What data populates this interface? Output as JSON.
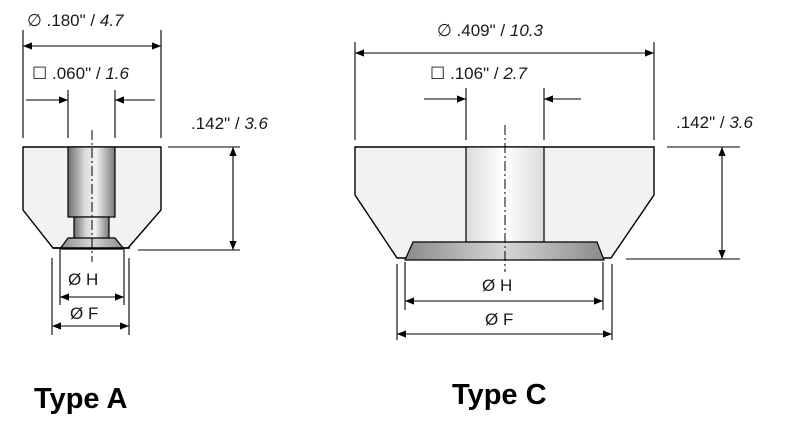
{
  "type_a": {
    "title": "Type A",
    "overall_diameter": {
      "inch": ".180\"",
      "mm": "4.7"
    },
    "square_size": {
      "inch": ".060\"",
      "mm": "1.6"
    },
    "height": {
      "inch": ".142\"",
      "mm": "3.6"
    },
    "label_h": "Ø H",
    "label_f": "Ø F"
  },
  "type_c": {
    "title": "Type C",
    "overall_diameter": {
      "inch": ".409\"",
      "mm": "10.3"
    },
    "square_size": {
      "inch": ".106\"",
      "mm": "2.7"
    },
    "height": {
      "inch": ".142\"",
      "mm": "3.6"
    },
    "label_h": "Ø H",
    "label_f": "Ø F"
  },
  "symbols": {
    "diameter": "∅",
    "square": "☐",
    "separator": "/"
  },
  "colors": {
    "body_fill": "#f2f2f2",
    "line": "#000000"
  }
}
